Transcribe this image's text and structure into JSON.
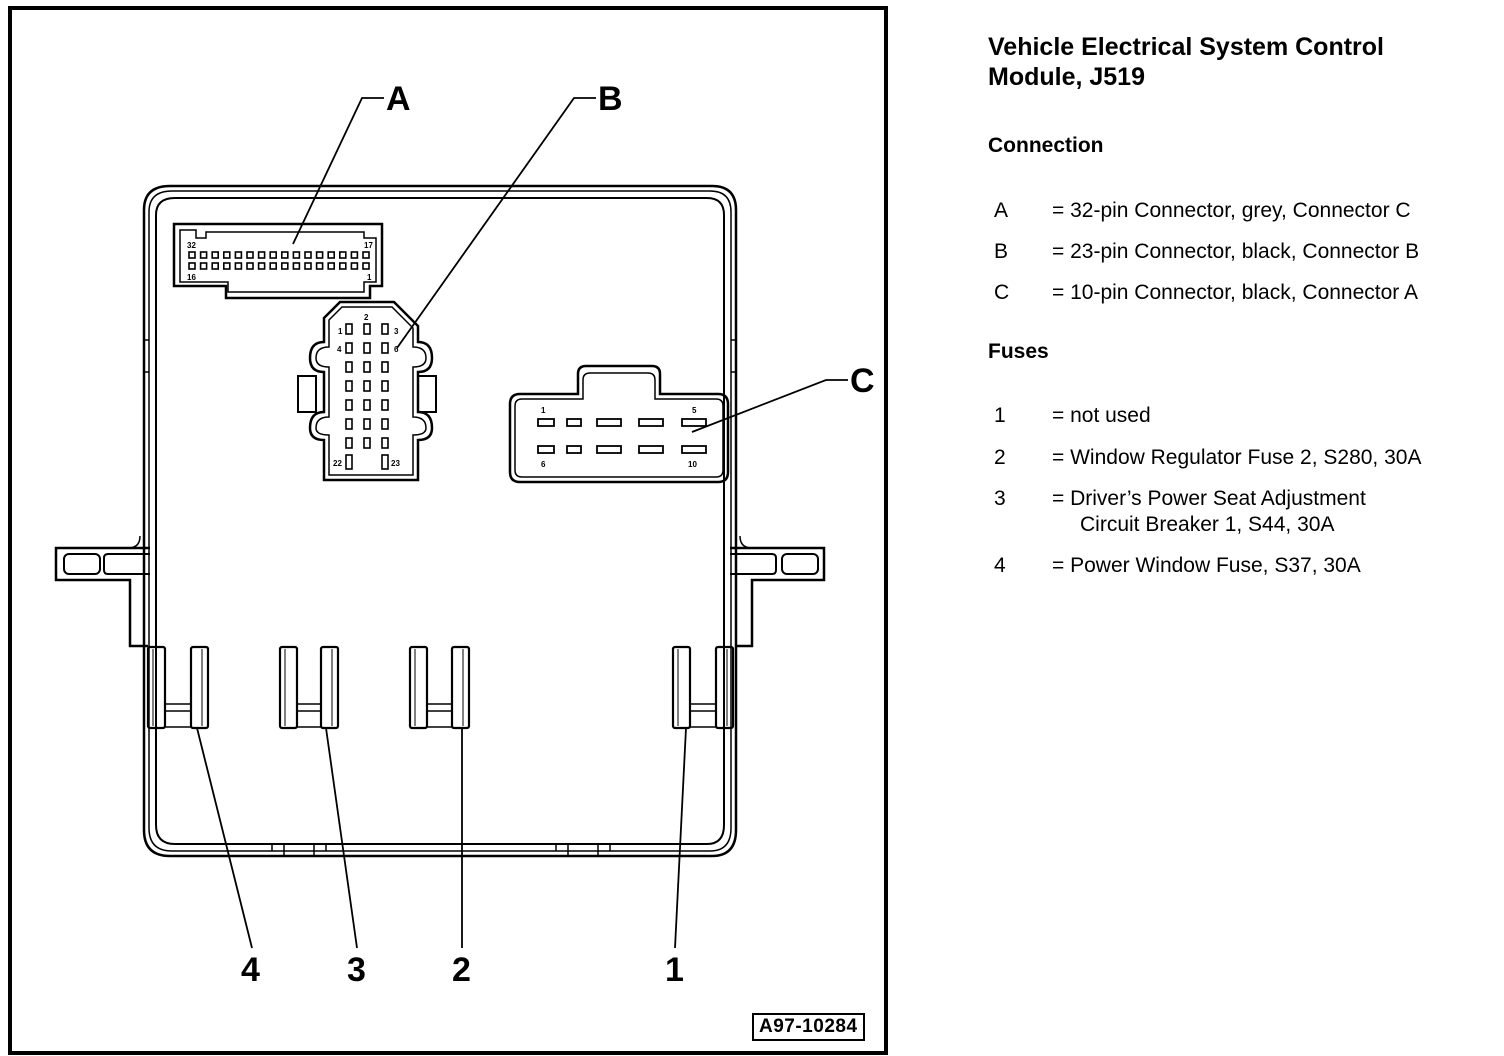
{
  "title": "Vehicle Electrical System Control Module, J519",
  "title_lines": [
    "Vehicle Electrical System Control",
    "Module, J519"
  ],
  "figure_id": "A97-10284",
  "sections": {
    "connection": {
      "heading": "Connection",
      "items": [
        {
          "key": "A",
          "value": "= 32-pin Connector, grey, Connector C"
        },
        {
          "key": "B",
          "value": "= 23-pin Connector, black, Connector B"
        },
        {
          "key": "C",
          "value": "= 10-pin Connector, black, Connector A"
        }
      ]
    },
    "fuses": {
      "heading": "Fuses",
      "items": [
        {
          "key": "1",
          "value": "= not used"
        },
        {
          "key": "2",
          "value": "= Window Regulator Fuse 2, S280, 30A"
        },
        {
          "key": "3",
          "value": "= Driver’s Power Seat Adjustment",
          "value2": "Circuit Breaker 1, S44, 30A"
        },
        {
          "key": "4",
          "value": "= Power Window Fuse, S37, 30A"
        }
      ]
    }
  },
  "callouts": {
    "A": "A",
    "B": "B",
    "C": "C",
    "fuse1": "1",
    "fuse2": "2",
    "fuse3": "3",
    "fuse4": "4"
  },
  "connector_a": {
    "pin_labels": {
      "top_left": "32",
      "top_right": "17",
      "bottom_left": "16",
      "bottom_right": "1"
    },
    "pins_per_row": 16,
    "rows": 2
  },
  "connector_b": {
    "pin_labels": {
      "p1": "1",
      "p2": "2",
      "p3": "3",
      "p4": "4",
      "p6": "6",
      "p22": "22",
      "p23": "23"
    },
    "grid_rows": 7,
    "grid_cols": 3
  },
  "connector_c": {
    "pin_labels": {
      "top_left": "1",
      "top_right": "5",
      "bottom_left": "6",
      "bottom_right": "10"
    },
    "pins_per_row": 5,
    "rows": 2
  }
}
